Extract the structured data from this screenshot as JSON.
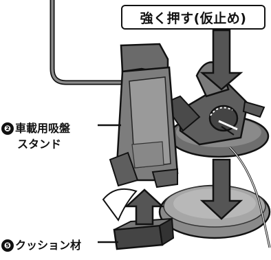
{
  "callout": {
    "text": "強く押す(仮止め)"
  },
  "labels": {
    "stand_number": "❷",
    "stand_line1": "車載用吸盤",
    "stand_line2": "スタンド",
    "cushion_number": "❺",
    "cushion_text": "クッション材"
  },
  "colors": {
    "line": "#111111",
    "body_dark": "#555555",
    "body_mid": "#7a7a7a",
    "body_light": "#a8a8a8",
    "lead_gray": "#8c8c8c"
  },
  "icons": {
    "press_arrow": "down-arrow-icon",
    "attach_arrow": "up-arrow-icon",
    "base_arrow": "down-arrow-icon"
  }
}
